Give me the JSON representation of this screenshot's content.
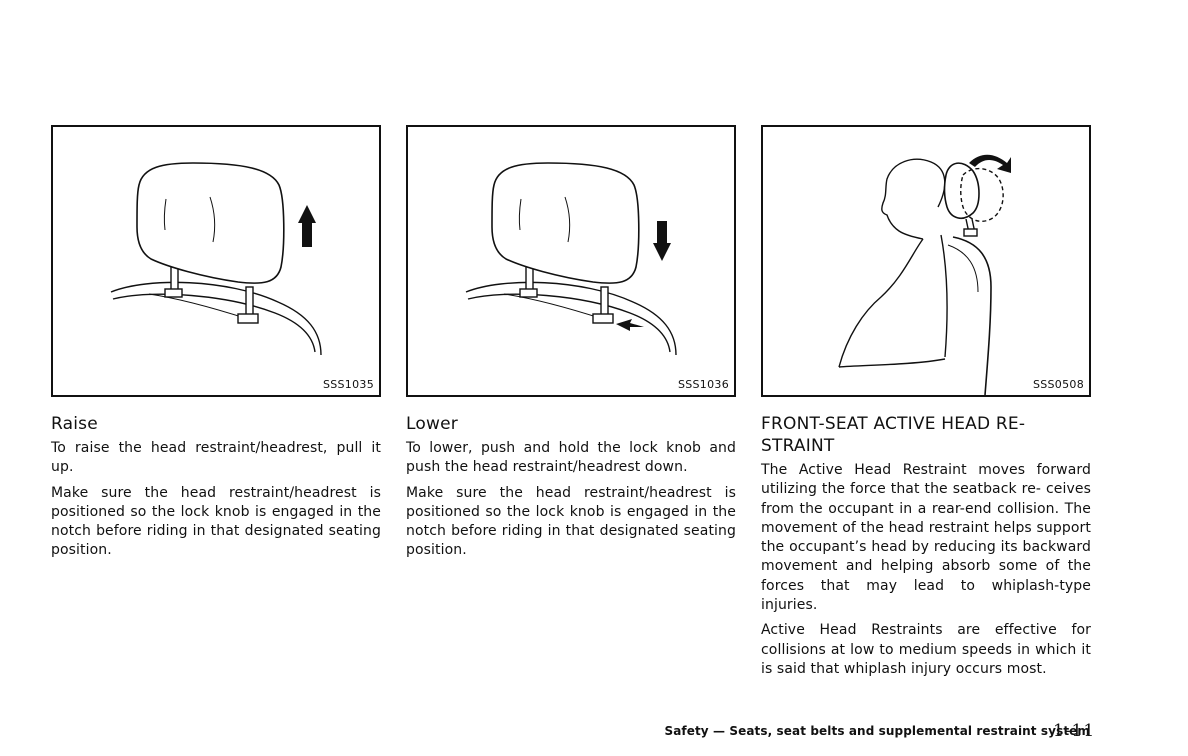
{
  "sections": [
    {
      "figure_code": "SSS1035",
      "heading": "Raise",
      "paragraphs": [
        "To raise the head restraint/headrest, pull it up.",
        "Make sure the head restraint/headrest is positioned so the lock knob is engaged in the notch before riding in that designated seating position."
      ]
    },
    {
      "figure_code": "SSS1036",
      "heading": "Lower",
      "paragraphs": [
        "To lower, push and hold the lock knob and push the head restraint/headrest down.",
        "Make sure the head restraint/headrest is positioned so the lock knob is engaged in the notch before riding in that designated seating position."
      ]
    },
    {
      "figure_code": "SSS0508",
      "heading": "FRONT-SEAT ACTIVE HEAD RE- STRAINT",
      "paragraphs": [
        "The Active Head Restraint moves forward utilizing the force that the seatback re- ceives from the occupant in a rear-end collision. The movement of the head restraint helps support the occupant’s head by reducing its backward movement and helping absorb some of the forces that may lead to whiplash-type injuries.",
        "Active Head Restraints are effective for collisions at low to medium speeds in which it is said that whiplash injury occurs most."
      ]
    }
  ],
  "footer": {
    "section_title": "Safety — Seats, seat belts and supplemental restraint system",
    "page_number": "1-11"
  }
}
